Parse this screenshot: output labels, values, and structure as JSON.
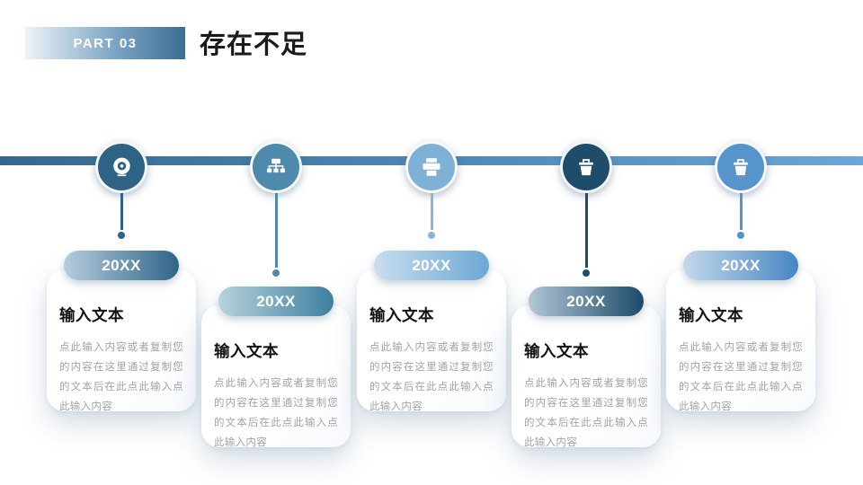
{
  "slide": {
    "part_label": "PART 03",
    "title": "存在不足",
    "colors": {
      "badge_from": "#eef3f8",
      "badge_mid": "#7ea6c4",
      "badge_to": "#3a6d94",
      "bar_from": "#35688d",
      "bar_to": "#6aa6d9",
      "title_color": "#1a1a1a"
    }
  },
  "timeline": {
    "stages": [
      {
        "year": "20XX",
        "title": "输入文本",
        "body": "点此输入内容或者复制您的内容在这里通过复制您的文本后在此点此输入点此输入内容",
        "icon": "camera-lens-icon",
        "position": "high",
        "circle_color": "#2e6385",
        "connector_color": "#2e6385",
        "pill_from": "#b5cdde",
        "pill_to": "#2f6488"
      },
      {
        "year": "20XX",
        "title": "输入文本",
        "body": "点此输入内容或者复制您的内容在这里通过复制您的文本后在此点此输入点此输入内容",
        "icon": "org-chart-icon",
        "position": "low",
        "circle_color": "#4e8aac",
        "connector_color": "#4e8aac",
        "pill_from": "#b7d2da",
        "pill_to": "#3e80a0"
      },
      {
        "year": "20XX",
        "title": "输入文本",
        "body": "点此输入内容或者复制您的内容在这里通过复制您的文本后在此点此输入点此输入内容",
        "icon": "printer-icon",
        "position": "high",
        "circle_color": "#7fb0d6",
        "connector_color": "#8ab5d9",
        "pill_from": "#c9ddef",
        "pill_to": "#6ca8d3"
      },
      {
        "year": "20XX",
        "title": "输入文本",
        "body": "点此输入内容或者复制您的内容在这里通过复制您的文本后在此点此输入点此输入内容",
        "icon": "basket-icon",
        "position": "low",
        "circle_color": "#1e4c6b",
        "connector_color": "#1e4c6b",
        "pill_from": "#b0c6d6",
        "pill_to": "#1d4a6b"
      },
      {
        "year": "20XX",
        "title": "输入文本",
        "body": "点此输入内容或者复制您的内容在这里通过复制您的文本后在此点此输入点此输入内容",
        "icon": "basket-icon",
        "position": "high",
        "circle_color": "#5694cb",
        "connector_color": "#5694cb",
        "pill_from": "#c4d9eb",
        "pill_to": "#4785c3"
      }
    ]
  }
}
